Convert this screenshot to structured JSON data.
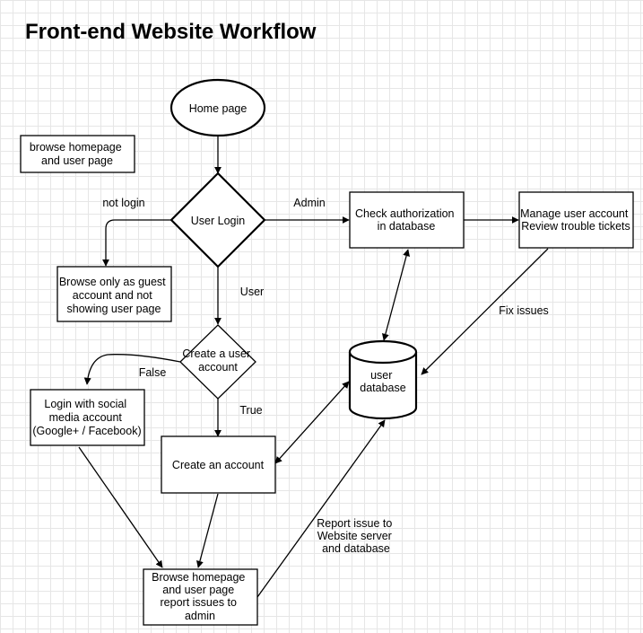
{
  "title": "Front-end Website Workflow",
  "nodes": {
    "home_page": "Home page",
    "browse_note": [
      "browse homepage",
      "and user page"
    ],
    "user_login": "User Login",
    "check_auth": [
      "Check authorization",
      "in database"
    ],
    "manage": [
      "Manage user account",
      "Review trouble tickets"
    ],
    "guest": [
      "Browse only as guest",
      "account and not",
      "showing user page"
    ],
    "create_user": [
      "Create a user",
      "account"
    ],
    "database": [
      "user",
      "database"
    ],
    "social_login": [
      "Login with social",
      "media account",
      "(Google+ / Facebook)"
    ],
    "create_account": "Create an account",
    "browse_report": [
      "Browse homepage",
      "and user page",
      "report issues to",
      "admin"
    ]
  },
  "edge_labels": {
    "not_login": "not login",
    "admin": "Admin",
    "user": "User",
    "false": "False",
    "true": "True",
    "fix_issues": "Fix issues",
    "report_issue": [
      "Report issue to",
      "Website server",
      "and database"
    ]
  }
}
